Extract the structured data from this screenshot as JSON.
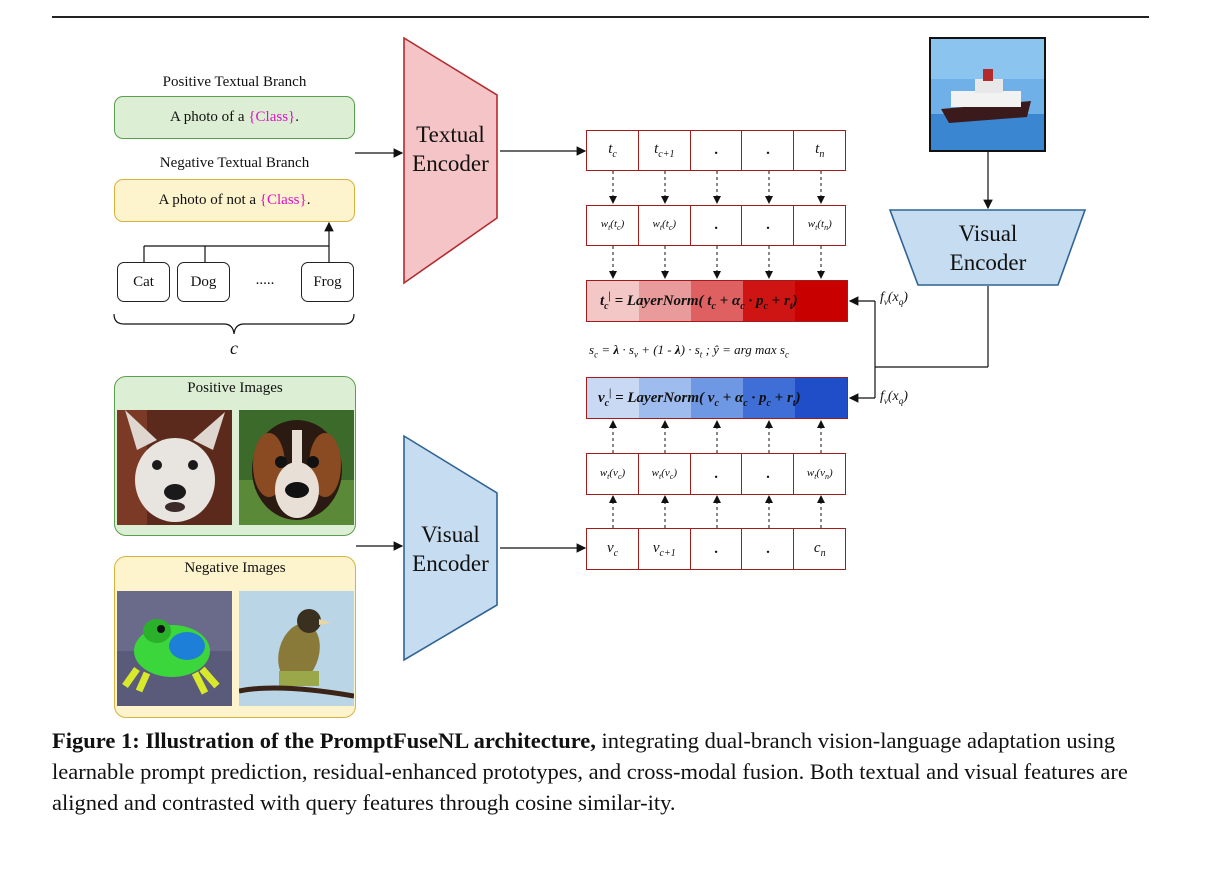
{
  "textual_branch": {
    "positive_title": "Positive Textual Branch",
    "positive_prefix": "A photo of a ",
    "positive_class": "{Class}",
    "positive_suffix": ".",
    "negative_title": "Negative Textual Branch",
    "negative_prefix": "A photo of not a ",
    "negative_class": "{Class}",
    "negative_suffix": ".",
    "classes": [
      "Cat",
      "Dog",
      ".....",
      "Frog"
    ],
    "class_set_label": "c"
  },
  "encoders": {
    "textual": [
      "Textual",
      "Encoder"
    ],
    "visual_bottom": [
      "Visual",
      "Encoder"
    ],
    "visual_right": [
      "Visual",
      "Encoder"
    ]
  },
  "images": {
    "positive_title": "Positive Images",
    "negative_title": "Negative Images"
  },
  "text_tokens": [
    "t_c",
    "t_c+1",
    ".",
    ".",
    "t_n"
  ],
  "text_weights": [
    "w_t(t_c)",
    "w_t(t_c)",
    ".",
    ".",
    "w_t(t_n)"
  ],
  "visual_weights": [
    "w_t(v_c)",
    "w_t(v_c)",
    ".",
    ".",
    "w_t(v_n)"
  ],
  "visual_tokens": [
    "v_c",
    "v_c+1",
    ".",
    ".",
    "c_n"
  ],
  "formulas": {
    "text_layernorm": "t_c' = LayerNorm( t_c + α_c · p_c + r_t)",
    "visual_layernorm": "v_c' = LayerNorm( v_c + α_c · p_c + r_t)",
    "score": "s_c = λ · s_v + (1 - λ) · s_t ; ŷ = arg max s_c",
    "query_top": "f_v(x_q)",
    "query_bottom": "f_v(x_q)"
  },
  "colors": {
    "text_gradient": [
      "#f4c7c7",
      "#e99a9a",
      "#de6060",
      "#cf1414",
      "#c90000"
    ],
    "visual_gradient": [
      "#c9d9f4",
      "#9fbcee",
      "#6e97e4",
      "#3f6fd6",
      "#1f4ec8"
    ],
    "encoder_red_fill": "#f4c4c6",
    "encoder_red_stroke": "#b42b30",
    "encoder_blue_fill": "#c6dcf0",
    "encoder_blue_stroke": "#2f6494"
  },
  "caption": {
    "bold": "Figure 1: Illustration of the PromptFuseNL architecture,",
    "text": " integrating dual-branch vision-language adaptation using learnable prompt prediction, residual-enhanced prototypes, and cross-modal fusion. Both textual and visual features are aligned and contrasted with query features through cosine similar-ity."
  }
}
